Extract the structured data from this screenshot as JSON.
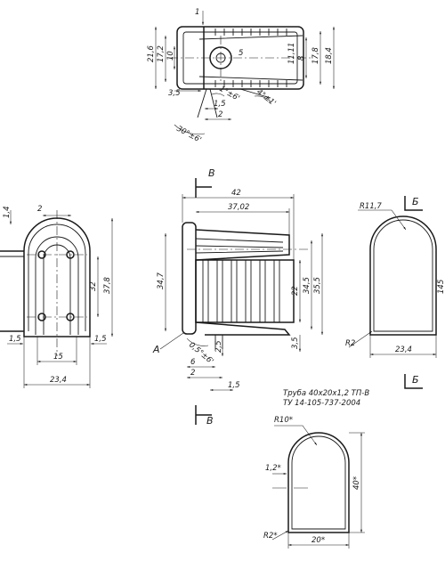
{
  "sheet": {
    "background": "#ffffff",
    "ink": "#1a1a1a"
  },
  "section_labels": {
    "view_mark": "В",
    "cut_mark": "Б",
    "detail_mark": "А"
  },
  "top_view": {
    "dims": [
      "1",
      "21,6",
      "17,2",
      "10",
      "5",
      "11,11",
      "8",
      "17,8",
      "18,4",
      "3,5",
      "1,5",
      "2",
      "30°±6'",
      "4°±1'",
      "1°±6'"
    ]
  },
  "left_view": {
    "dims": [
      "1,4",
      "2",
      "32",
      "37,8",
      "1,5",
      "1,5",
      "15",
      "23,4"
    ]
  },
  "front_view": {
    "dims": [
      "42",
      "37,02",
      "34,7",
      "22",
      "34,5",
      "35,5",
      "3,5",
      "6",
      "2",
      "2,5",
      "1,5",
      "0,5°±6'"
    ]
  },
  "section_b": {
    "dims": [
      "R11,7",
      "R2",
      "23,4",
      "145"
    ]
  },
  "tube": {
    "spec_line1": "Труба 40х20х1,2 ТП-В",
    "spec_line2": "ТУ 14-105-737-2004",
    "dims": [
      "R10*",
      "1,2*",
      "40*",
      "20*",
      "R2*"
    ]
  }
}
